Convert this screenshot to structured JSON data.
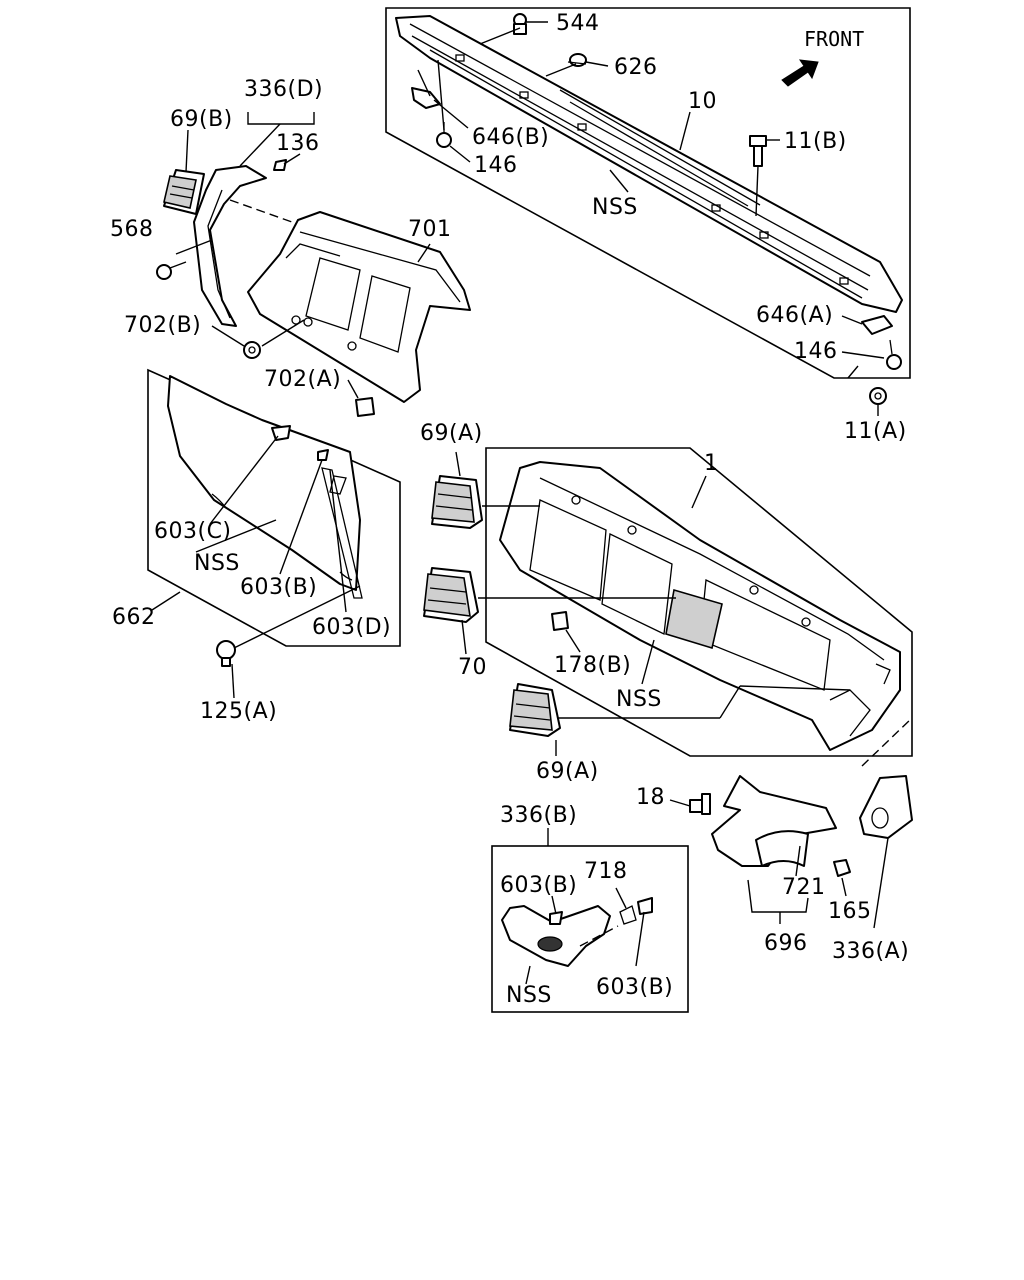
{
  "front_label": "FRONT",
  "labels": {
    "l544": "544",
    "l626": "626",
    "l10": "10",
    "l646b": "646(B)",
    "l146_top": "146",
    "l11b": "11(B)",
    "lnss_top": "NSS",
    "l646a": "646(A)",
    "l146_right": "146",
    "l11a": "11(A)",
    "l336d": "336(D)",
    "l69b": "69(B)",
    "l136": "136",
    "l568": "568",
    "l701": "701",
    "l702b": "702(B)",
    "l702a": "702(A)",
    "l603c": "603(C)",
    "lnss_left": "NSS",
    "l603b_left": "603(B)",
    "l603d": "603(D)",
    "l662": "662",
    "l125a": "125(A)",
    "l69a_top": "69(A)",
    "l1": "1",
    "l70": "70",
    "l178b": "178(B)",
    "lnss_mid": "NSS",
    "l69a_bottom": "69(A)",
    "l18": "18",
    "l721": "721",
    "l165": "165",
    "l696": "696",
    "l336a": "336(A)",
    "l336b": "336(B)",
    "l603b_box1": "603(B)",
    "l718": "718",
    "lnss_box": "NSS",
    "l603b_box2": "603(B)"
  }
}
